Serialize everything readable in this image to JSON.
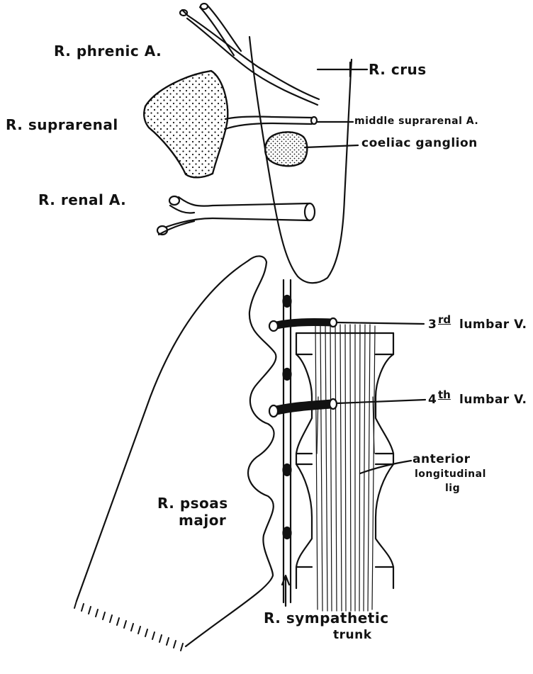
{
  "labels": {
    "phrenic": "R. phrenic A.",
    "crus": "R. crus",
    "suprarenal": "R. suprarenal",
    "middle_suprarenal": "middle suprarenal A.",
    "coeliac": "coeliac ganglion",
    "renal": "R. renal A.",
    "lumbar3_num": "3",
    "lumbar3_ord": "rd",
    "lumbar3_text": "lumbar V.",
    "lumbar4_num": "4",
    "lumbar4_ord": "th",
    "lumbar4_text": "lumbar V.",
    "anterior_1": "anterior",
    "anterior_2": "longitudinal",
    "anterior_3": "lig",
    "psoas_1": "R. psoas",
    "psoas_2": "major",
    "sympathetic_1": "R. sympathetic",
    "sympathetic_2": "trunk"
  },
  "colors": {
    "ink": "#111111",
    "paper": "#ffffff"
  }
}
